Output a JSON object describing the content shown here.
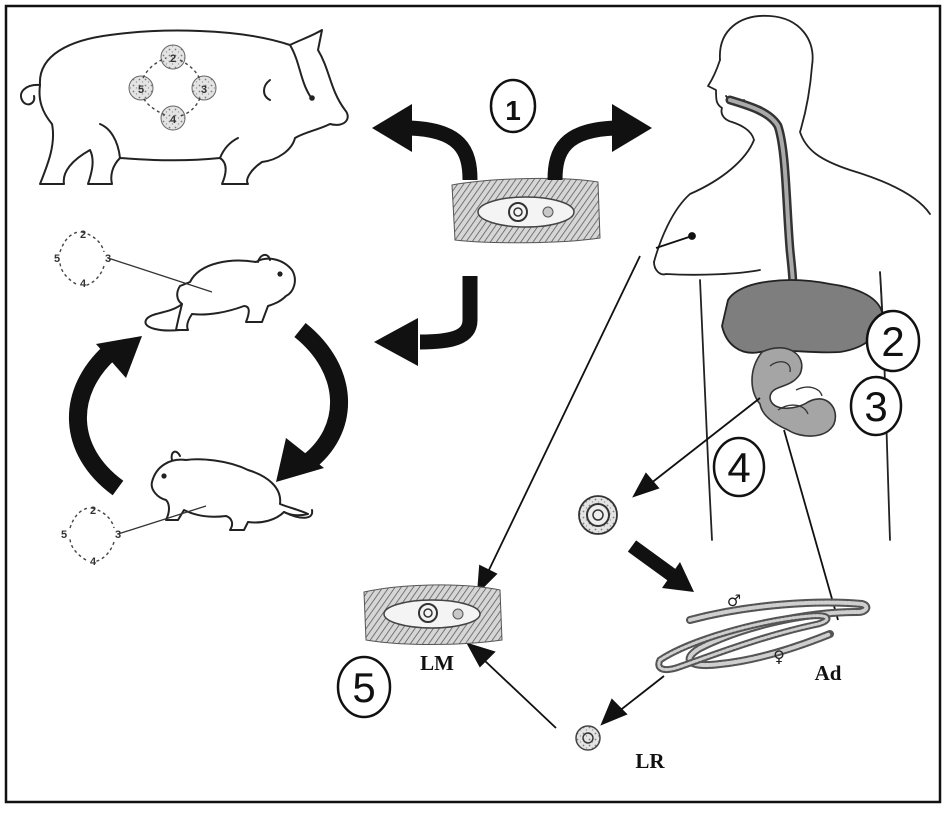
{
  "stage_labels": {
    "s1": "1",
    "s2": "2",
    "s3": "3",
    "s4": "4",
    "s5": "5"
  },
  "stage_labels_small": [
    "2",
    "3",
    "4",
    "5"
  ],
  "structure_labels": {
    "lm": "LM",
    "ad": "Ad",
    "lr": "LR"
  },
  "sex_symbols": {
    "male": "♂",
    "female": "♀"
  },
  "icons": [
    "pig-icon",
    "human-icon",
    "rat-icon",
    "worm-icon",
    "larva-icon",
    "muscle-tissue-icon"
  ],
  "colors": {
    "line": "#111111",
    "organ_fill": "#8a8a8a",
    "stipple": "#9a9a9a"
  }
}
